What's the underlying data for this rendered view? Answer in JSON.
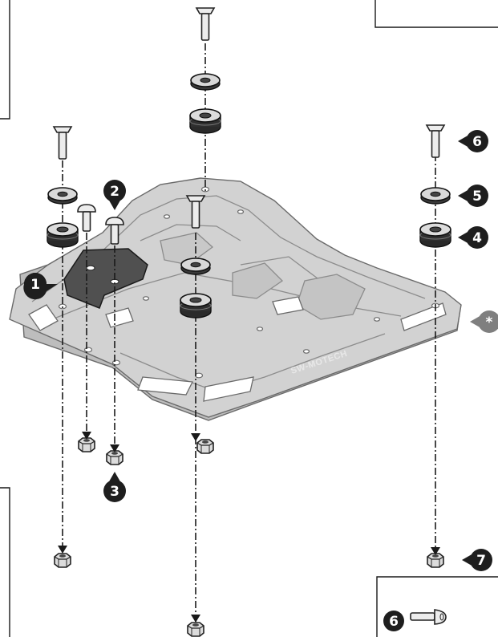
{
  "callouts": [
    {
      "id": "1",
      "label": "1"
    },
    {
      "id": "2",
      "label": "2"
    },
    {
      "id": "3",
      "label": "3"
    },
    {
      "id": "4",
      "label": "4"
    },
    {
      "id": "5",
      "label": "5"
    },
    {
      "id": "6",
      "label": "6"
    },
    {
      "id": "7",
      "label": "7"
    },
    {
      "id": "star",
      "label": "*"
    }
  ],
  "brand_logo": "SW-MOTECH",
  "legend": {
    "item_label": "6"
  },
  "colors": {
    "rack": "#d2d2d2",
    "rack_outline": "#6a6a6a",
    "callout": "#1e1e1e",
    "callout_star": "#7f7f7f",
    "adapter_plate": "#505050",
    "line": "#1a1a1a"
  }
}
